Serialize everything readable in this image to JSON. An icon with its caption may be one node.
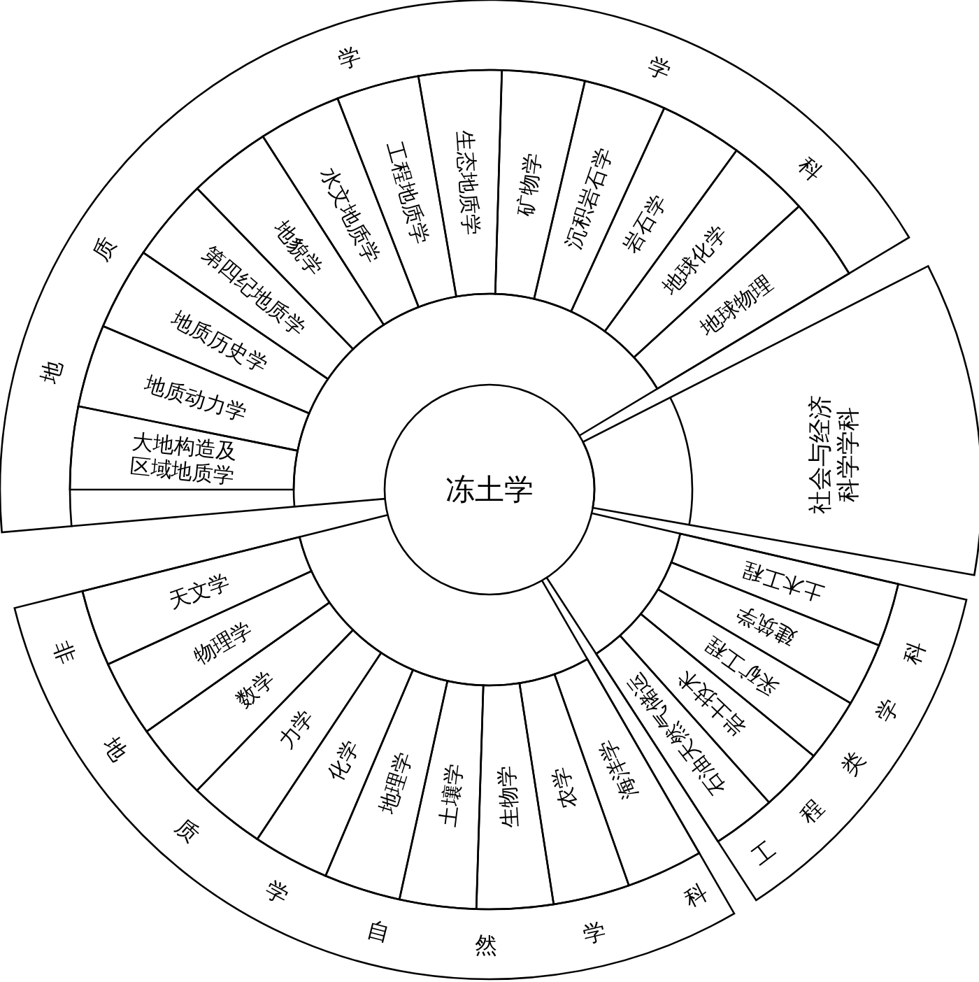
{
  "diagram": {
    "nodes": [
      {
        "text": [
          "冻土学"
        ]
      },
      {
        "text": [
          "地",
          "质",
          "学",
          "学",
          "科"
        ]
      },
      {
        "text": [
          "大地构造及区域地质学"
        ]
      },
      {
        "text": [
          "地质动力学"
        ]
      },
      {
        "text": [
          "地质历史学"
        ]
      },
      {
        "text": [
          "第四纪地质学"
        ]
      },
      {
        "text": [
          "地貌学"
        ]
      },
      {
        "text": [
          "水文地质学"
        ]
      },
      {
        "text": [
          "工程地质学"
        ]
      },
      {
        "text": [
          "生态地质学"
        ]
      },
      {
        "text": [
          "矿物学"
        ]
      },
      {
        "text": [
          "沉积岩石学"
        ]
      },
      {
        "text": [
          "岩石学"
        ]
      },
      {
        "text": [
          "地球化学"
        ]
      },
      {
        "text": [
          "地球物理"
        ]
      },
      {
        "text": [
          "社会与经济科学学科"
        ]
      },
      {
        "text": [
          "工",
          "程",
          "类",
          "学",
          "科"
        ]
      },
      {
        "text": [
          "土木工程"
        ]
      },
      {
        "text": [
          "建筑学"
        ]
      },
      {
        "text": [
          "采矿工程"
        ]
      },
      {
        "text": [
          "岩土技术"
        ]
      },
      {
        "text": [
          "石油天然气储运"
        ]
      },
      {
        "text": [
          "非",
          "地",
          "质",
          "学",
          "自",
          "然",
          "学",
          "科"
        ]
      },
      {
        "text": [
          "天文学"
        ]
      },
      {
        "text": [
          "物理学"
        ]
      },
      {
        "text": [
          "数学"
        ]
      },
      {
        "text": [
          "力学"
        ]
      },
      {
        "text": [
          "化学"
        ]
      },
      {
        "text": [
          "地理学"
        ]
      },
      {
        "text": [
          "土壤学"
        ]
      },
      {
        "text": [
          "生物学"
        ]
      },
      {
        "text": [
          "农学"
        ]
      },
      {
        "text": [
          "海洋学"
        ]
      }
    ]
  }
}
